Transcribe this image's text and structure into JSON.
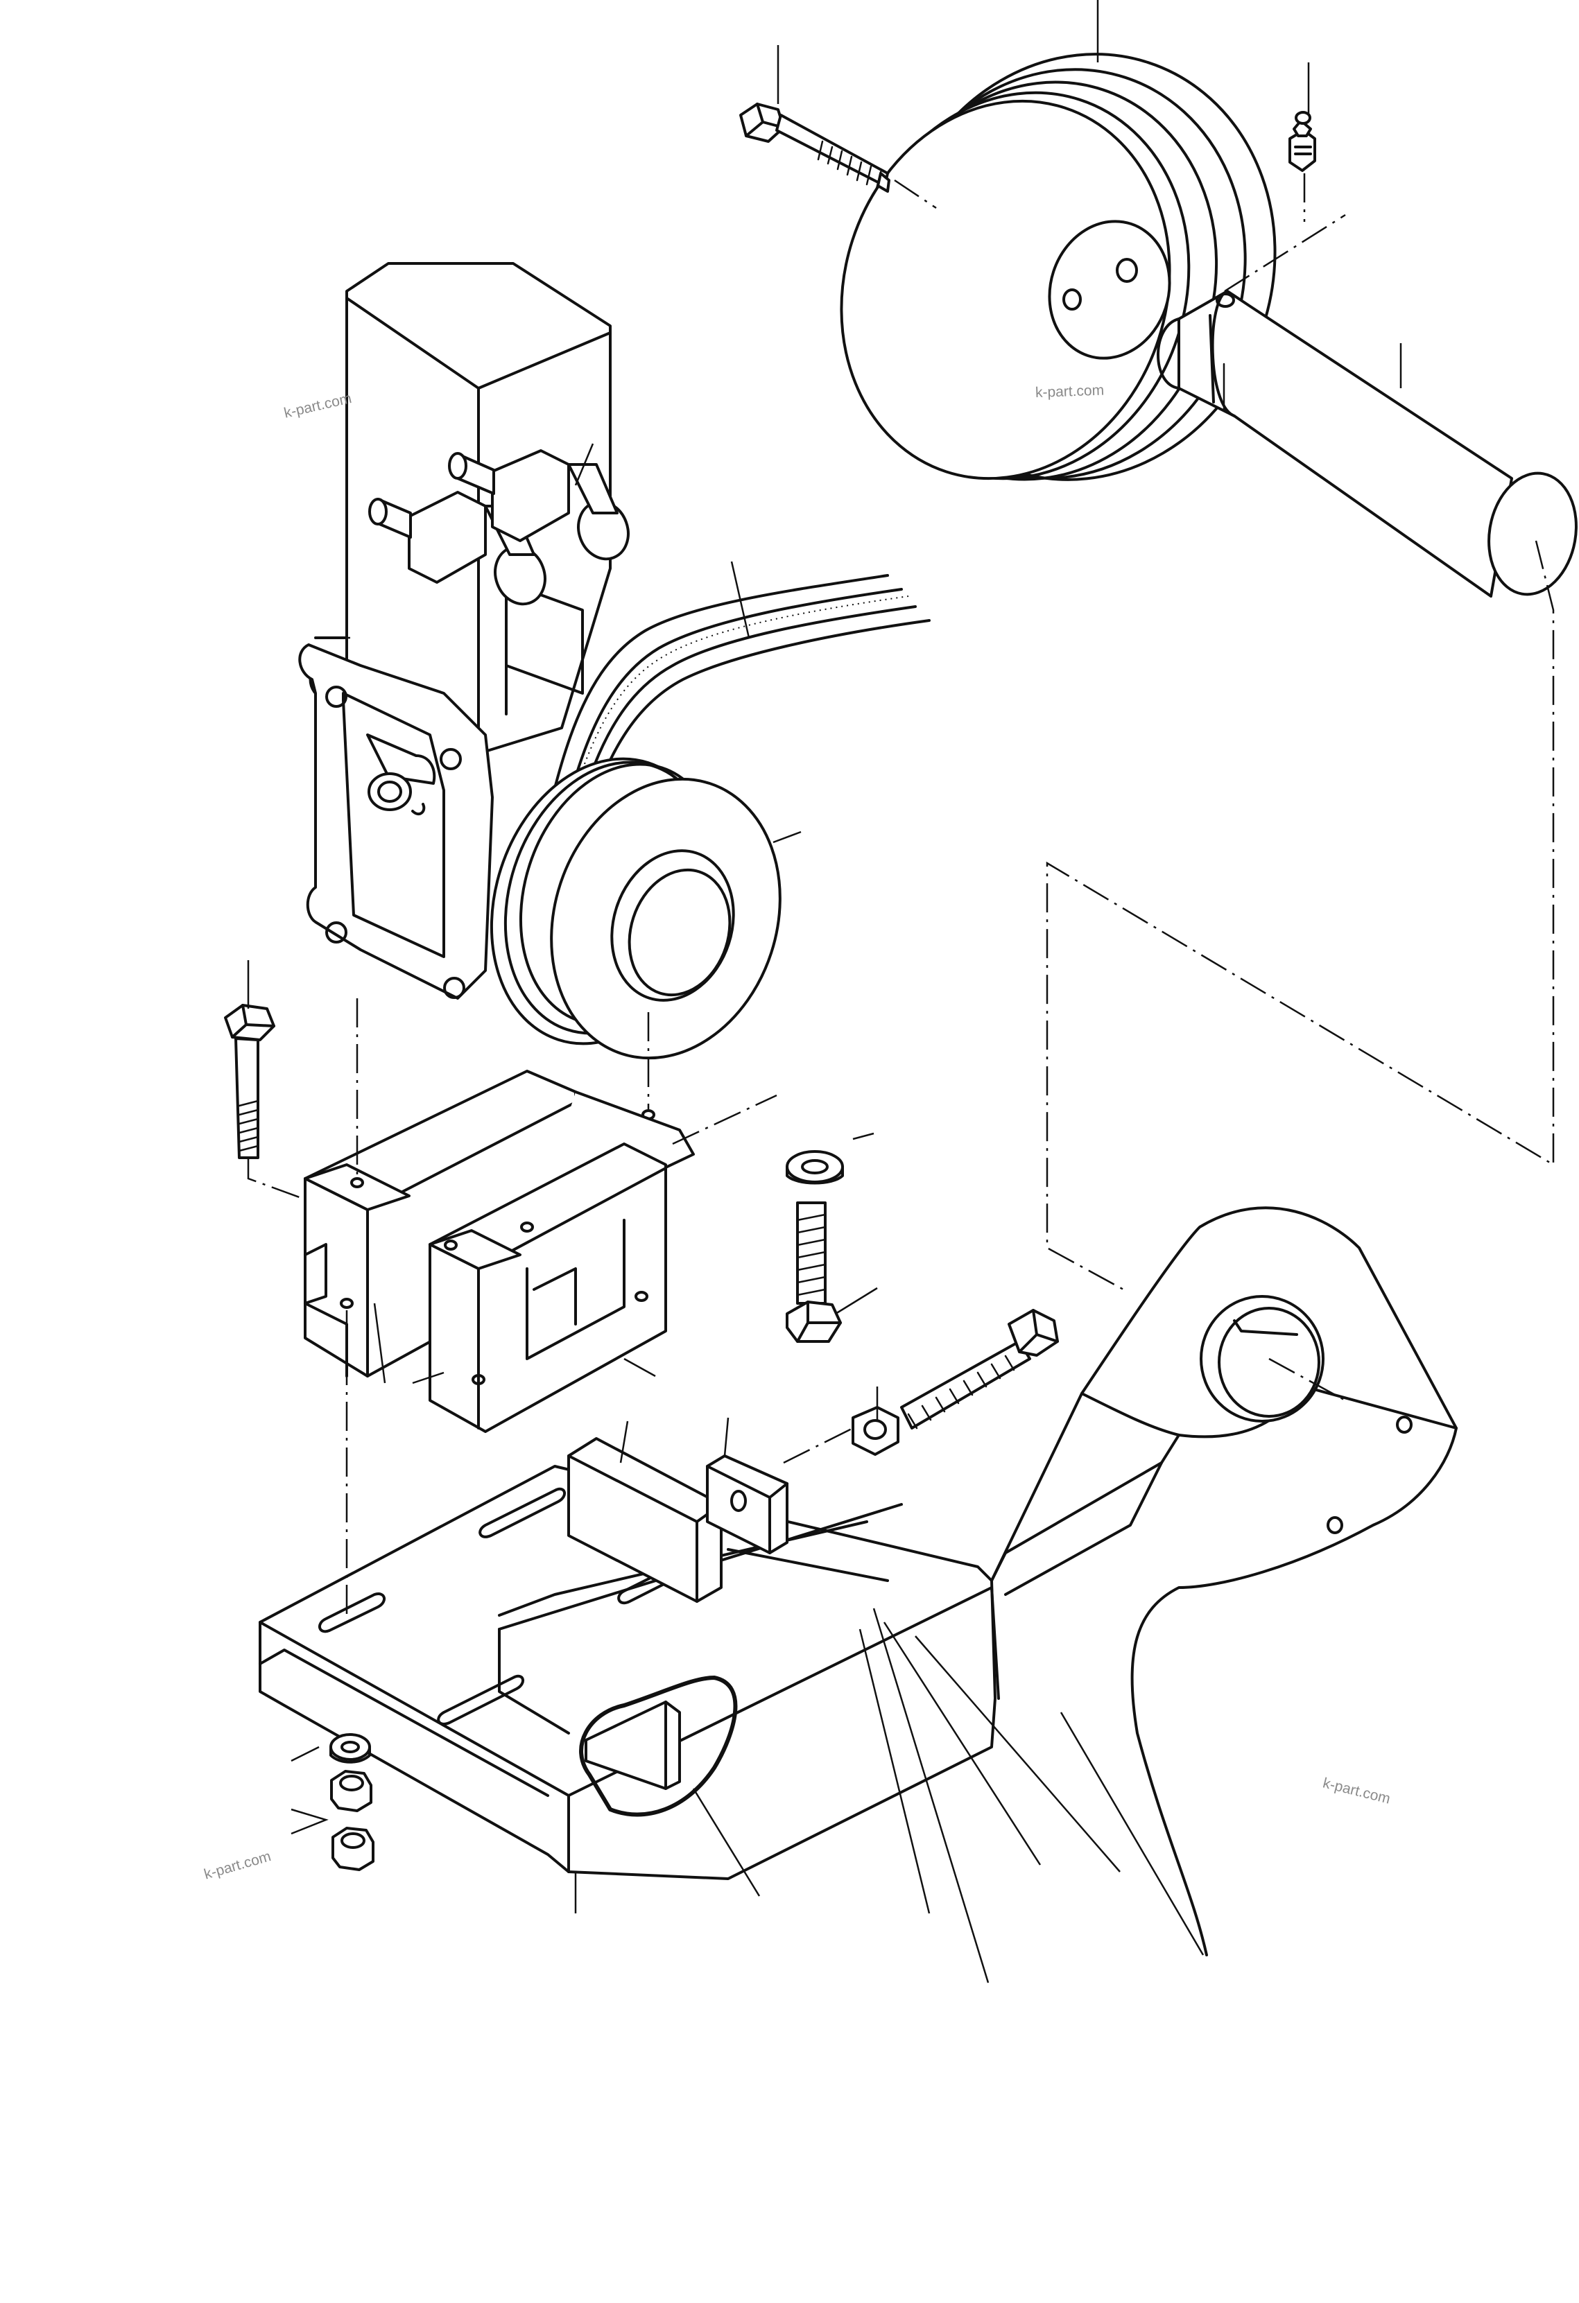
{
  "watermark": "k-part.com",
  "components": [
    {
      "name": "grooved-pulley",
      "icon": "pulley-icon"
    },
    {
      "name": "pulley-shaft",
      "icon": "shaft-icon"
    },
    {
      "name": "grease-nipple",
      "icon": "grease-fitting-icon"
    },
    {
      "name": "pulley-bolt",
      "icon": "bolt-icon"
    },
    {
      "name": "hydraulic-pump",
      "icon": "pump-icon"
    },
    {
      "name": "pump-pulley",
      "icon": "pulley-icon"
    },
    {
      "name": "v-belt",
      "icon": "belt-icon"
    },
    {
      "name": "upper-bracket",
      "icon": "bracket-icon"
    },
    {
      "name": "lower-bracket",
      "icon": "bracket-icon"
    },
    {
      "name": "mounting-plate",
      "icon": "plate-icon"
    },
    {
      "name": "frame-arm",
      "icon": "frame-icon"
    }
  ]
}
